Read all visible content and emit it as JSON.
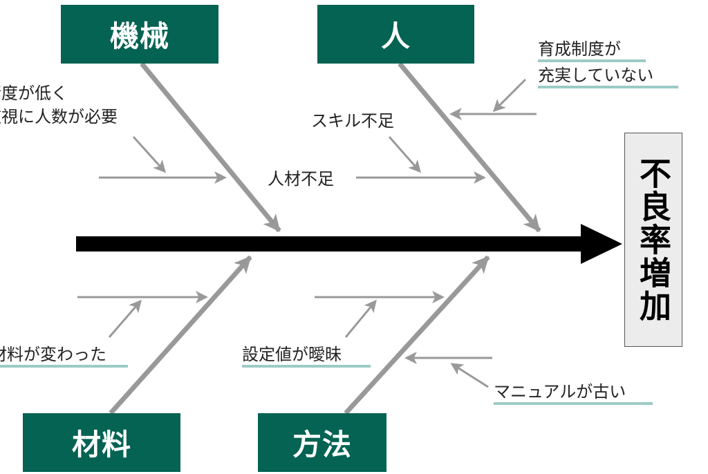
{
  "diagram": {
    "type": "fishbone",
    "effect": "不良率増加",
    "categories": {
      "machine": "機械",
      "people": "人",
      "material": "材料",
      "method": "方法"
    },
    "causes": {
      "machine": [
        "精度が低く",
        "監視に人数が必要"
      ],
      "people_1": "スキル不足",
      "people_2": "人材不足",
      "people_3": [
        "育成制度が",
        "充実していない"
      ],
      "material": "材料が変わった",
      "method_1": "設定値が曖昧",
      "method_2": "マニュアルが古い"
    },
    "colors": {
      "category_bg": "#046352",
      "spine": "#000000",
      "bone": "#999999",
      "underline": "#9ccbc6",
      "effect_bg": "#ececec"
    }
  }
}
